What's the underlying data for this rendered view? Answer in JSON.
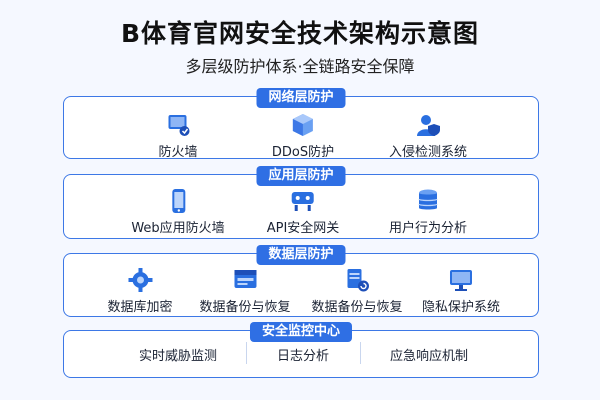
{
  "title": "B体育官网安全技术架构示意图",
  "subtitle": "多层级防护体系·全链路安全保障",
  "layers": [
    {
      "name": "网络层防护",
      "items": [
        {
          "label": "防火墙",
          "icon": "firewall-icon"
        },
        {
          "label": "DDoS防护",
          "icon": "ddos-cube-icon"
        },
        {
          "label": "入侵检测系统",
          "icon": "user-shield-icon"
        }
      ]
    },
    {
      "name": "应用层防护",
      "items": [
        {
          "label": "Web应用防火墙",
          "icon": "mobile-phone-icon"
        },
        {
          "label": "API安全网关",
          "icon": "gateway-icon"
        },
        {
          "label": "用户行为分析",
          "icon": "database-icon"
        }
      ]
    },
    {
      "name": "数据层防护",
      "items": [
        {
          "label": "数据库加密",
          "icon": "gear-shield-icon"
        },
        {
          "label": "数据备份与恢复",
          "icon": "backup-window-icon"
        },
        {
          "label": "数据备份与恢复",
          "icon": "restore-document-icon"
        },
        {
          "label": "隐私保护系统",
          "icon": "monitor-icon"
        }
      ]
    },
    {
      "name": "安全监控中心",
      "items": [
        {
          "label": "实时威胁监测"
        },
        {
          "label": "日志分析"
        },
        {
          "label": "应急响应机制"
        }
      ]
    }
  ],
  "colors": {
    "accent": "#2f6fe4",
    "border": "#3d78e6",
    "background": "#f5f8ff",
    "icon_blue": "#2a6fe0"
  }
}
